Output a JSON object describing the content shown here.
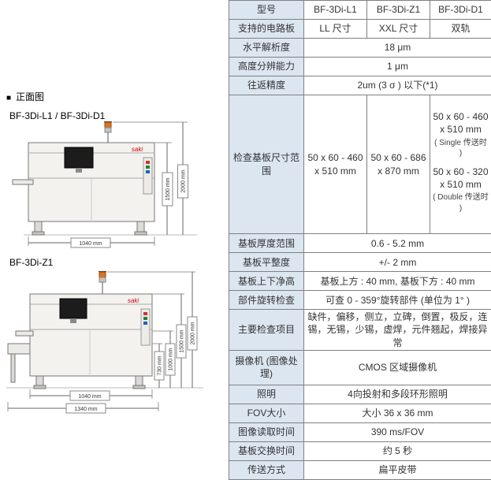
{
  "left": {
    "section_marker": "■",
    "section_title": "正面图",
    "machine1_label": "BF-3Di-L1 / BF-3Di-D1",
    "machine2_label": "BF-3Di-Z1",
    "brand": "saki",
    "m1": {
      "dim_h1": "1500 mm",
      "dim_h2": "2000 mm",
      "dim_w1": "1040 mm"
    },
    "m2": {
      "dim_h1": "730 mm",
      "dim_h2": "1000 mm",
      "dim_h3": "1500 mm",
      "dim_h4": "2000 mm",
      "dim_w1": "1040 mm",
      "dim_w2": "1340 mm"
    }
  },
  "table": {
    "model": {
      "label": "型号",
      "m1": "BF-3Di-L1",
      "m2": "BF-3Di-Z1",
      "m3": "BF-3Di-D1"
    },
    "board": {
      "label": "支持的电路板",
      "m1": "LL 尺寸",
      "m2": "XXL 尺寸",
      "m3": "双轨"
    },
    "h_res": {
      "label": "水平解析度",
      "value": "18 μm"
    },
    "z_res": {
      "label": "高度分辨能力",
      "value": "1 μm"
    },
    "repeat": {
      "label": "往返精度",
      "value": "2um (3 σ ) 以下(*1)"
    },
    "size": {
      "label": "检查基板尺寸范围",
      "m1": "50 x 60 - 460 x 510 mm",
      "m2": "50 x 60 - 686 x 870 mm",
      "m3_line1": "50 x 60 - 460 x 510 mm",
      "m3_note1": "( Single 传送时 )",
      "m3_line2": "50 x 60 - 320 x 510 mm",
      "m3_note2": "( Double 传送时 )"
    },
    "thickness": {
      "label": "基板厚度范围",
      "value": "0.6 - 5.2 mm"
    },
    "flatness": {
      "label": "基板平整度",
      "value": "+/- 2 mm"
    },
    "clearance": {
      "label": "基板上下净高",
      "value": "基板上方 : 40 mm, 基板下方 : 40 mm"
    },
    "rotation": {
      "label": "部件旋转检查",
      "value": "可查 0 - 359°旋转部件 (单位为 1° )"
    },
    "items": {
      "label": "主要检查项目",
      "value": "缺件，偏移，侧立，立碑，倒置，极反，连锡，无锡，少锡，虚焊，元件翘起，焊接异常"
    },
    "camera": {
      "label": "摄像机 (图像处理)",
      "value": "CMOS 区域摄像机"
    },
    "light": {
      "label": "照明",
      "value": "4向投射和多段环形照明"
    },
    "fov": {
      "label": "FOV大小",
      "value": "大小 36 x 36 mm"
    },
    "read_time": {
      "label": "图像读取时间",
      "value": "390 ms/FOV"
    },
    "exchange": {
      "label": "基板交换时间",
      "value": "约 5 秒"
    },
    "transport": {
      "label": "传送方式",
      "value": "扁平皮带"
    }
  }
}
